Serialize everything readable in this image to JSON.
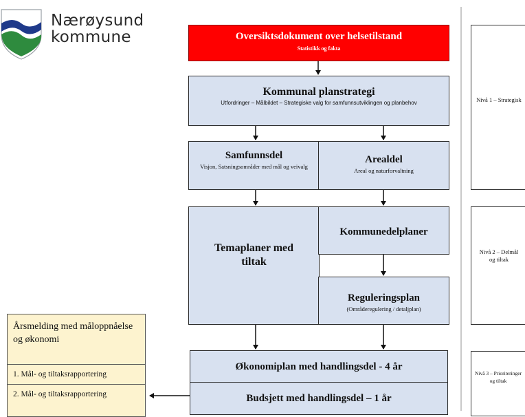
{
  "logo": {
    "name_line1": "Nærøysund",
    "name_line2": "kommune",
    "icon": "coat-of-arms-icon",
    "colors": {
      "blue": "#1f3a8a",
      "green": "#2e8b3e"
    }
  },
  "top": {
    "title": "Oversiktsdokument over helsetilstand",
    "subtitle": "Statistikk og fakta",
    "color": "#ff0000"
  },
  "strategi": {
    "title": "Kommunal planstrategi",
    "subtitle": "Utfordringer – Målbildet – Strategiske valg for samfunnsutviklingen og planbehov"
  },
  "samfunnsdel": {
    "title": "Samfunnsdel",
    "subtitle": "Visjon, Satsningsområder med mål og veivalg"
  },
  "arealdel": {
    "title": "Arealdel",
    "subtitle": "Areal og naturforvaltning"
  },
  "temaplaner": {
    "title": "Temaplaner med tiltak"
  },
  "kommunedelplaner": {
    "title": "Kommunedelplaner"
  },
  "regulering": {
    "title": "Reguleringsplan",
    "subtitle": "(Områderegulering / detaljplan)"
  },
  "okonomiplan": {
    "title": "Økonomiplan med handlingsdel - 4 år"
  },
  "budsjett": {
    "title": "Budsjett med handlingsdel – 1 år"
  },
  "arsmelding": {
    "title": "Årsmelding med måloppnåelse og økonomi",
    "rows": [
      "1. Mål- og tiltaksrapportering",
      "2. Mål- og tiltaksrapportering"
    ]
  },
  "levels": [
    {
      "label": "Nivå 1 – Strategisk"
    },
    {
      "label": "Nivå 2 – Delmål og tiltak"
    },
    {
      "label": "Nivå 3 – Prioriteringer og tiltak"
    }
  ],
  "colors": {
    "box_fill": "#d8e1f0",
    "report_fill": "#fdf3cf"
  }
}
